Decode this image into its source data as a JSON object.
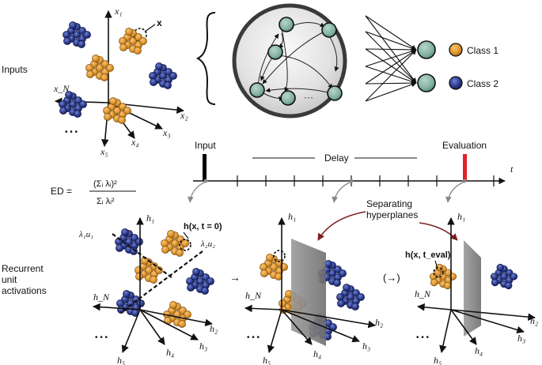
{
  "row_labels": {
    "inputs": "Inputs",
    "recurrent_1": "Recurrent",
    "recurrent_2": "unit",
    "recurrent_3": "activations"
  },
  "input_axes": {
    "x1": "x₁",
    "x2": "x₂",
    "x3": "x₃",
    "x4": "x₄",
    "x5": "x₅",
    "xN": "x_N",
    "point": "x",
    "dots": "• • •"
  },
  "legend": {
    "class1": "Class 1",
    "class2": "Class 2",
    "class1_color": "#E0972B",
    "class2_color": "#2B3A8C"
  },
  "network": {
    "node_color": "#7FAE9F",
    "dots": "···"
  },
  "timeline": {
    "input": "Input",
    "delay": "Delay",
    "evaluation": "Evaluation",
    "t": "t",
    "input_color": "#000000",
    "evaluation_color": "#E0202B"
  },
  "formula": {
    "ed": "ED =",
    "numerator": "(Σᵢ λᵢ)²",
    "denominator": "Σᵢ λᵢ²"
  },
  "hyperplane_label": {
    "line1": "Separating",
    "line2": "hyperplanes",
    "arrow_color": "#7A1E1E"
  },
  "activation_axes": {
    "h1": "h₁",
    "h2": "h₂",
    "h3": "h₃",
    "h4": "h₄",
    "h5": "h₅",
    "hN": "h_N",
    "dots": "• • •"
  },
  "annotations": {
    "h_t0": "h(x, t = 0)",
    "h_teval": "h(x, t_eval)",
    "pc1": "λ₁u₁",
    "pc2": "λ₂u₂",
    "arrow1": "→",
    "arrow2": "(→)"
  }
}
